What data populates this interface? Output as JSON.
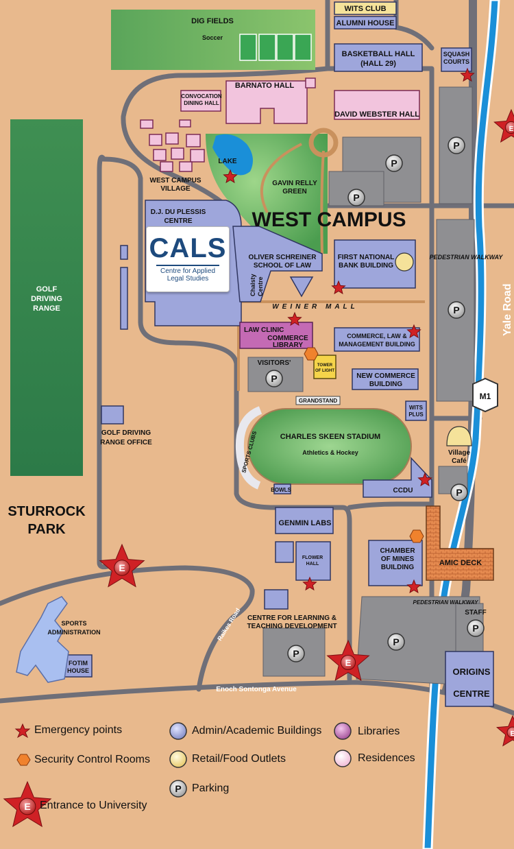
{
  "title": "WEST CAMPUS",
  "colors": {
    "background": "#e8b98d",
    "road": "#6f6f78",
    "admin": "#9ea6db",
    "residence": "#f2c4dd",
    "library": "#c46ab4",
    "retail": "#f5e29a",
    "parking": "#8f8f92",
    "grass": "#4fa35b",
    "water": "#1a8fd8",
    "emergency_star": "#cf2125"
  },
  "labels": {
    "dig_fields": "DIG FIELDS",
    "soccer": "Soccer",
    "wits_club": "WITS CLUB",
    "alumni_house": "ALUMNI HOUSE",
    "basketball_hall_1": "BASKETBALL HALL",
    "basketball_hall_2": "(HALL 29)",
    "squash_1": "SQUASH",
    "squash_2": "COURTS",
    "convocation_1": "CONVOCATION",
    "convocation_2": "DINING HALL",
    "barnato": "BARNATO HALL",
    "david_webster": "DAVID WEBSTER HALL",
    "lake": "LAKE",
    "west_campus_village_1": "WEST CAMPUS",
    "west_campus_village_2": "VILLAGE",
    "gavin_relly_1": "GAVIN RELLY",
    "gavin_relly_2": "GREEN",
    "du_plessis_1": "D.J. DU PLESSIS",
    "du_plessis_2": "CENTRE",
    "golf_range_1": "GOLF",
    "golf_range_2": "DRIVING",
    "golf_range_3": "RANGE",
    "oliver_1": "OLIVER SCHREINER",
    "oliver_2": "SCHOOL OF LAW",
    "chalsty_1": "Chalsty",
    "chalsty_2": "Centre",
    "fnb_1": "FIRST NATIONAL",
    "fnb_2": "BANK BUILDING",
    "pedestrian_walkway": "PEDESTRIAN WALKWAY",
    "yale_road": "Yale Road",
    "weiner_mall": "WEINER MALL",
    "law_clinic_1": "LAW CLINIC",
    "law_clinic_2": "COMMERCE",
    "law_clinic_3": "LIBRARY",
    "commerce_law_1": "COMMERCE, LAW &",
    "commerce_law_2": "MANAGEMENT BUILDING",
    "visitors": "VISITORS'",
    "tower_1": "TOWER",
    "tower_2": "OF LIGHT",
    "new_commerce_1": "NEW COMMERCE",
    "new_commerce_2": "BUILDING",
    "m1": "M1",
    "grandstand": "GRANDSTAND",
    "wits_plus_1": "WITS",
    "wits_plus_2": "PLUS",
    "stadium": "CHARLES SKEEN STADIUM",
    "stadium_sub": "Athletics & Hockey",
    "sports_clubs": "SPORTS CLUBS",
    "village_cafe_1": "Village",
    "village_cafe_2": "Café",
    "golf_office_1": "GOLF DRIVING",
    "golf_office_2": "RANGE OFFICE",
    "bowls": "BOWLS",
    "ccdu": "CCDU",
    "sturrock_1": "STURROCK",
    "sturrock_2": "PARK",
    "genmin": "GENMIN LABS",
    "chamber_1": "CHAMBER",
    "chamber_2": "OF MINES",
    "chamber_3": "BUILDING",
    "flower_1": "FLOWER",
    "flower_2": "HALL",
    "amic": "AMIC DECK",
    "pedestrian_walkway_2": "PEDESTRIAN WALKWAY",
    "staff": "STAFF",
    "sports_admin_1": "SPORTS",
    "sports_admin_2": "ADMINISTRATION",
    "raikes": "Raikes Road",
    "cltd_1": "CENTRE FOR LEARNING &",
    "cltd_2": "TEACHING DEVELOPMENT",
    "fotim_1": "FOTIM",
    "fotim_2": "HOUSE",
    "origins_1": "ORIGINS",
    "origins_2": "CENTRE",
    "enoch": "Enoch Sontonga Avenue",
    "parking_letter": "P",
    "entrance_letter": "E"
  },
  "cals": {
    "name": "CALS",
    "line1": "Centre for Applied",
    "line2": "Legal Studies"
  },
  "legend": {
    "emergency": "Emergency points",
    "security": "Security Control Rooms",
    "entrance": "Entrance to University",
    "admin": "Admin/Academic Buildings",
    "retail": "Retail/Food Outlets",
    "parking": "Parking",
    "libraries": "Libraries",
    "residences": "Residences"
  }
}
